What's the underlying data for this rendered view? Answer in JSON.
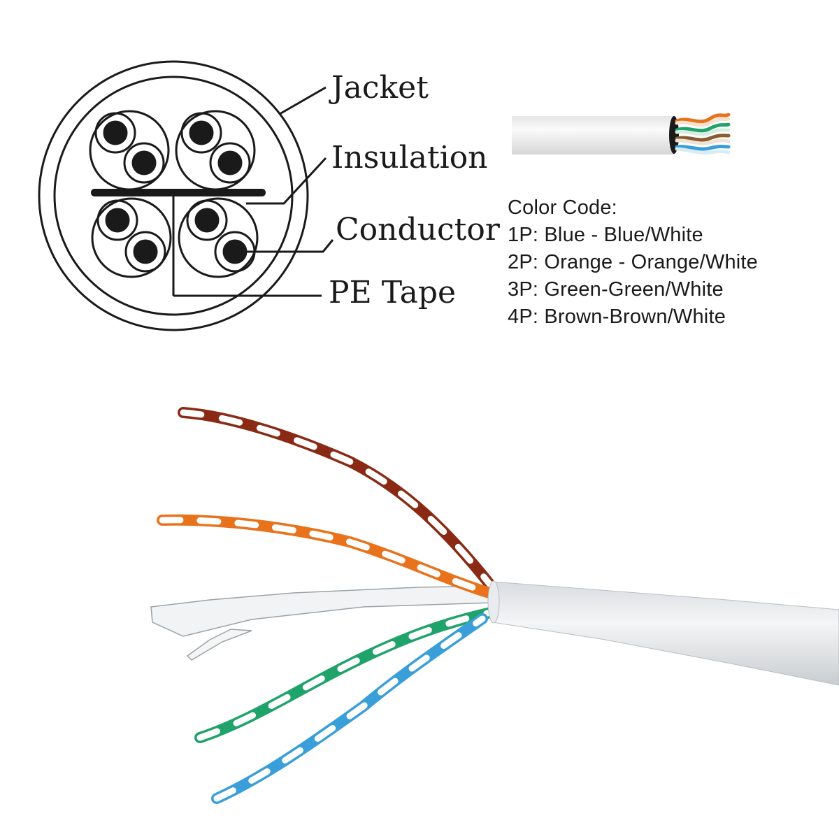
{
  "diagram": {
    "labels": {
      "jacket": "Jacket",
      "insulation": "Insulation",
      "conductor": "Conductor",
      "pe_tape": "PE Tape"
    }
  },
  "color_code": {
    "title": "Color Code:",
    "pairs": [
      "1P: Blue - Blue/White",
      "2P: Orange - Orange/White",
      "3P: Green-Green/White",
      "4P: Brown-Brown/White"
    ]
  },
  "colors": {
    "line": "#1a1a1a",
    "jacket": "#f2f2f2",
    "blue": "#3a9fd8",
    "orange": "#e8731c",
    "green": "#1fa36a",
    "brown": "#8a2a14"
  }
}
